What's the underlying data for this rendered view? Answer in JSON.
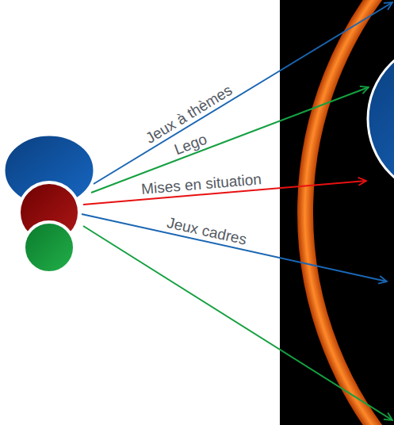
{
  "diagram": {
    "labels": [
      "Jeux à thèmes",
      "Lego",
      "Mises en situation",
      "Jeux cadres"
    ]
  }
}
